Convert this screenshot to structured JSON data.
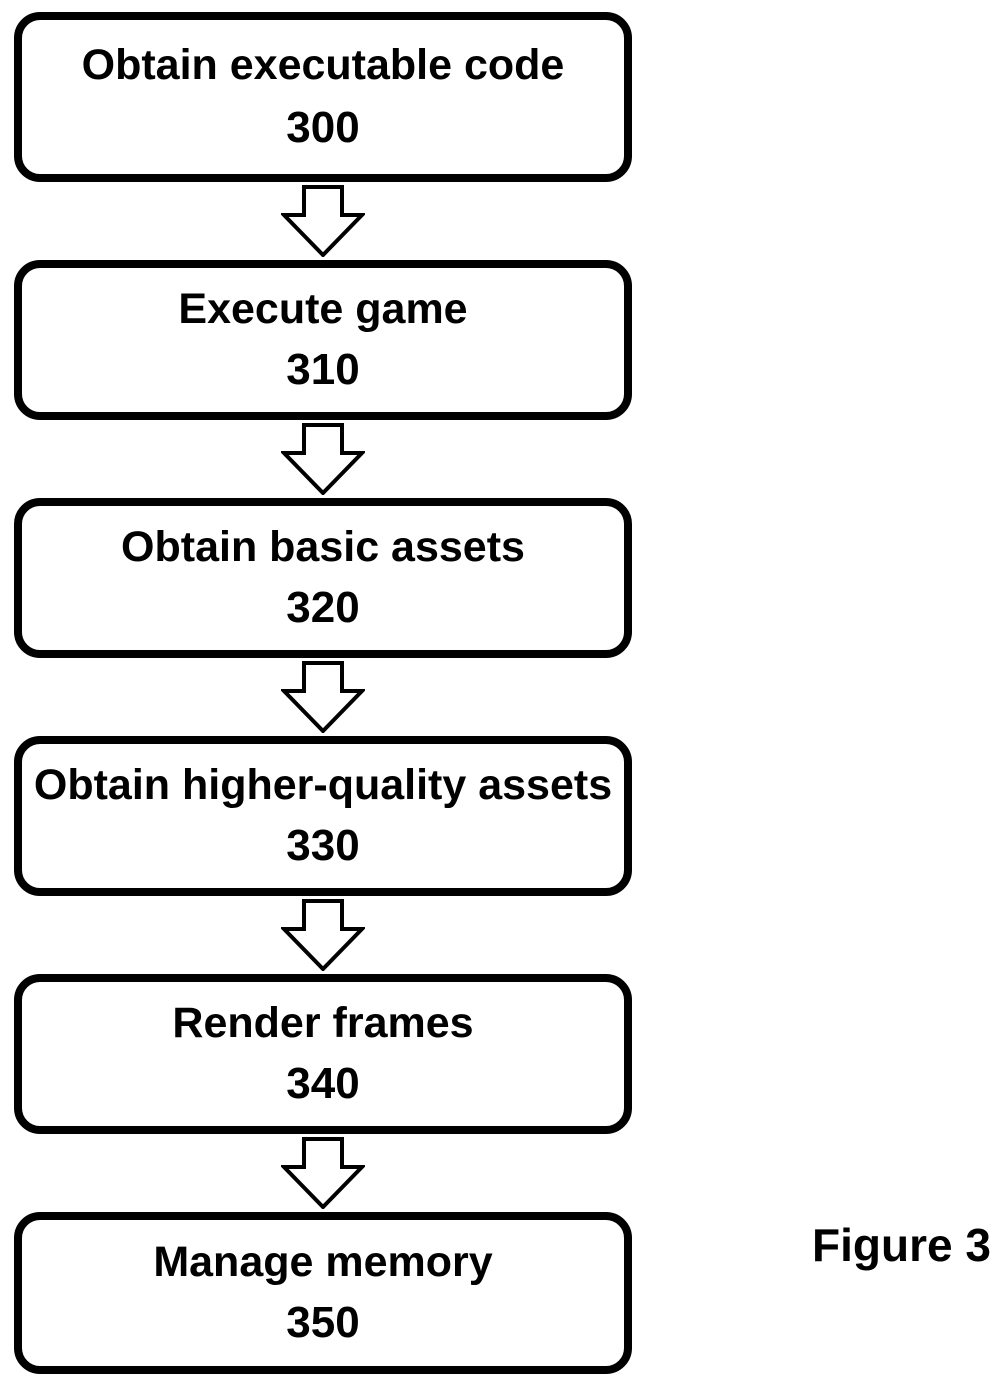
{
  "figure": {
    "label": "Figure 3"
  },
  "flowchart": {
    "direction": "top-to-bottom",
    "connector_icon": "down-block-arrow-icon",
    "steps": [
      {
        "label": "Obtain executable code",
        "number": "300"
      },
      {
        "label": "Execute game",
        "number": "310"
      },
      {
        "label": "Obtain basic assets",
        "number": "320"
      },
      {
        "label": "Obtain higher-quality assets",
        "number": "330"
      },
      {
        "label": "Render frames",
        "number": "340"
      },
      {
        "label": "Manage memory",
        "number": "350"
      }
    ]
  },
  "colors": {
    "line": "#000000",
    "background": "#ffffff"
  }
}
